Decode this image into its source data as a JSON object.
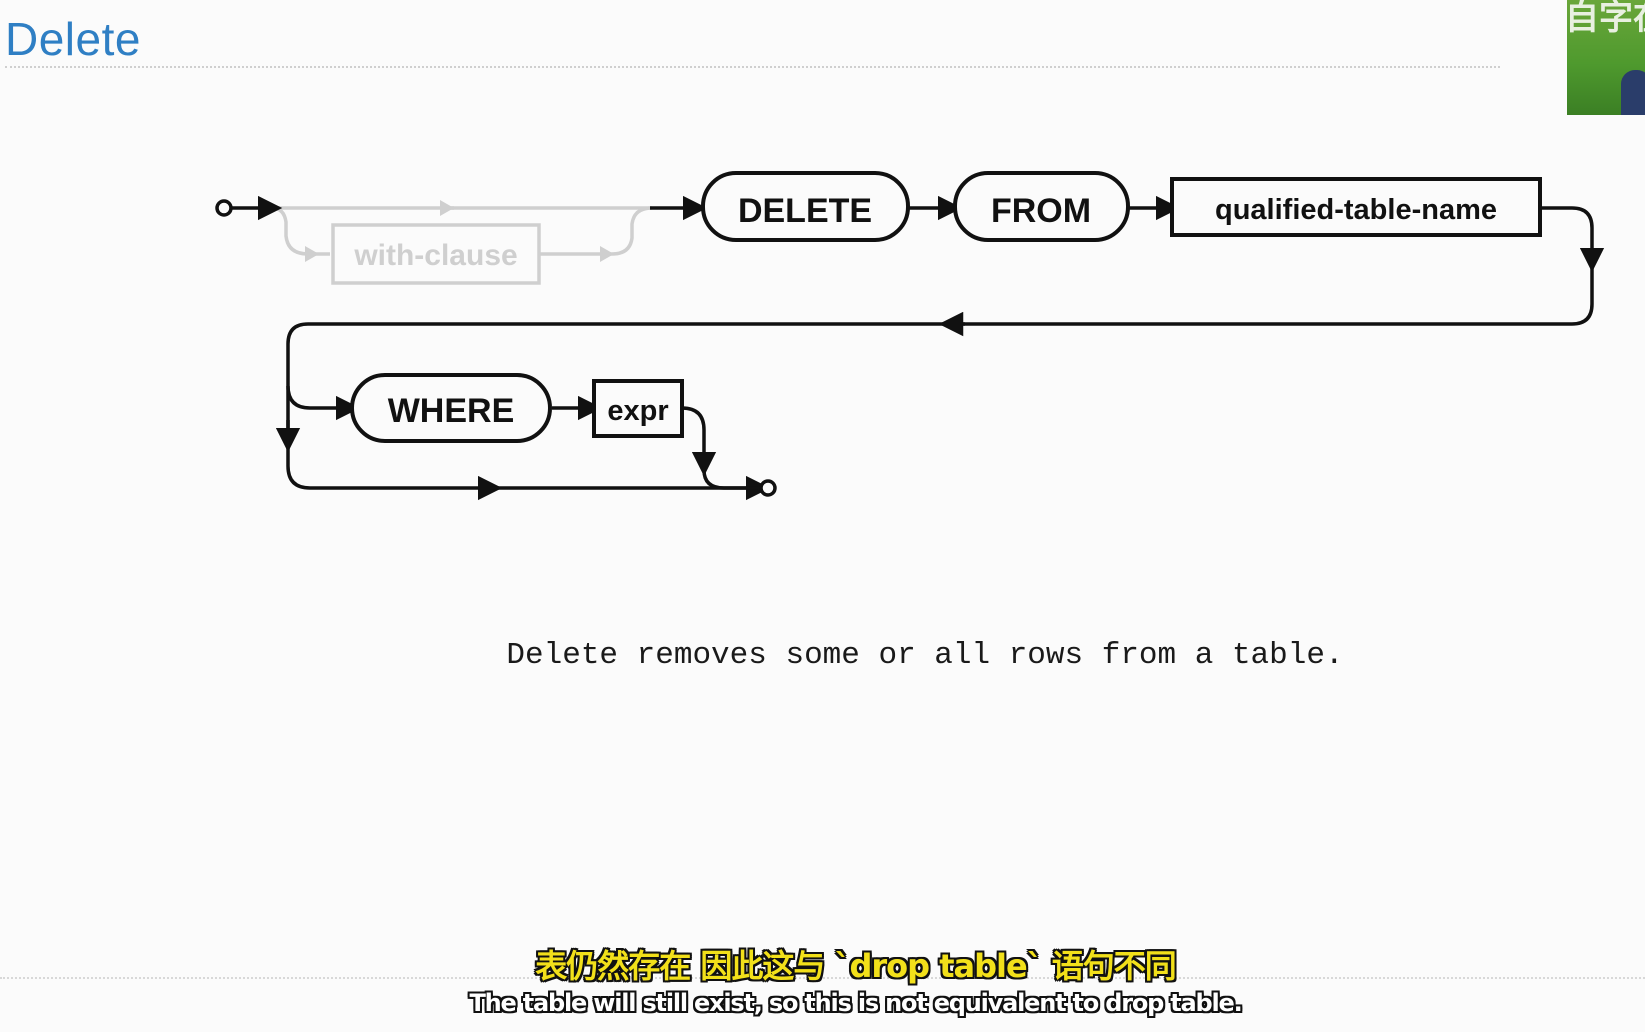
{
  "slide": {
    "title": "Delete"
  },
  "overlay": {
    "thumbnail_text": "自字在"
  },
  "diagram": {
    "optional_node": "with-clause",
    "keywords": {
      "delete": "DELETE",
      "from": "FROM",
      "where": "WHERE"
    },
    "nodes": {
      "qualified_table_name": "qualified-table-name",
      "expr": "expr"
    },
    "colors": {
      "line": "#111111",
      "faded": "#cfcfcf"
    }
  },
  "caption": "Delete removes some or all rows from a table.",
  "subtitles": {
    "chinese": "表仍然存在  因此这与 `drop table` 语句不同",
    "english": "The table will still exist, so this is not equivalent to drop table."
  }
}
